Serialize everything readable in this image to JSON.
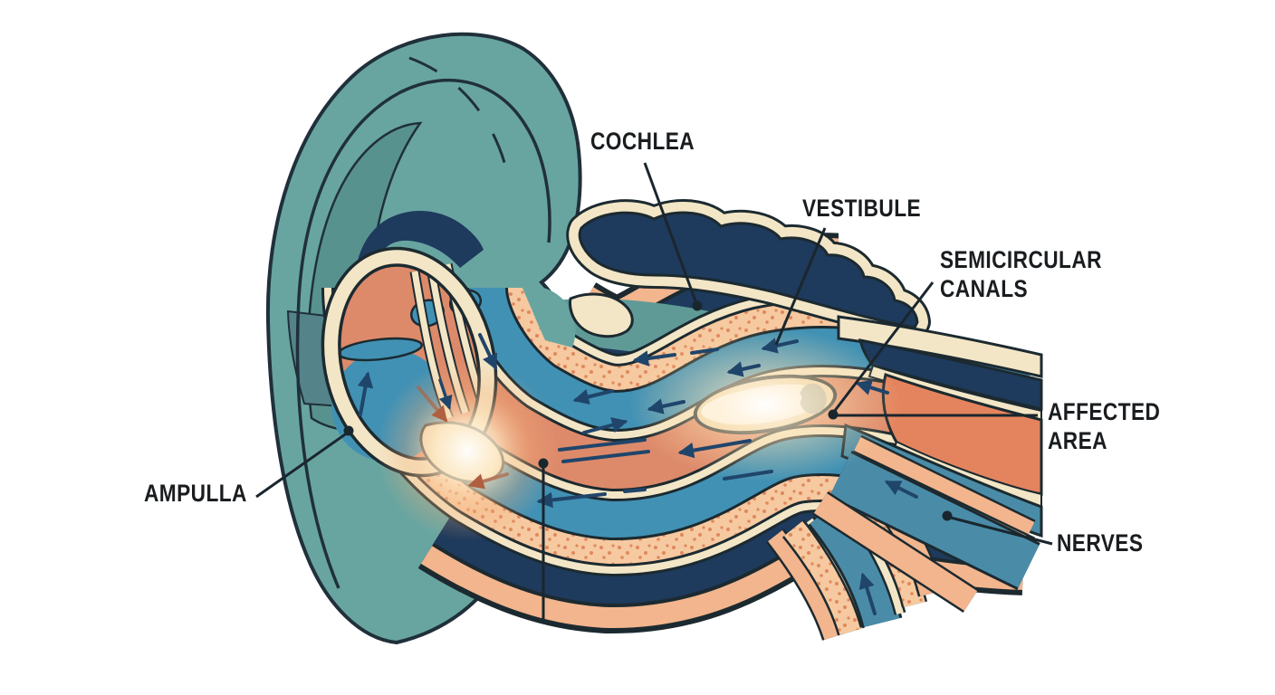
{
  "diagram": {
    "subject": "Inner ear cross-section illustration (vestibular system) with affected area highlighted",
    "background": "#ffffff",
    "labels": [
      {
        "id": "cochlea",
        "line1": "COCHLEA",
        "line2": ""
      },
      {
        "id": "vestibule",
        "line1": "VESTIBULE",
        "line2": ""
      },
      {
        "id": "semicircular-canals",
        "line1": "SEMICIRCULAR",
        "line2": "CANALS"
      },
      {
        "id": "affected-area",
        "line1": "AFFECTED",
        "line2": "AREA"
      },
      {
        "id": "nerves",
        "line1": "NERVES",
        "line2": ""
      },
      {
        "id": "ampulla",
        "line1": "AMPULLA",
        "line2": ""
      }
    ],
    "colors": {
      "ear_teal": "#68a5a1",
      "ear_teal_dark": "#58928e",
      "ear_shadow_slate": "#54838a",
      "bone_navy": "#1e3a5c",
      "membrane_cream": "#f3e6c6",
      "stipple_peach": "#f6c9a0",
      "stipple_dot": "#e0885c",
      "canal_blue": "#4191b4",
      "nerve_blue": "#4a8ca8",
      "tissue_salmon": "#dd8a6b",
      "wedge_orange": "#e4845e",
      "band_peach": "#f2b58d",
      "flow_arrow": "#20456b",
      "outline": "#1c2a30",
      "glow_core": "#ffffff",
      "glow_warm": "#ffe6bd",
      "label_text": "#1a1d1f",
      "leader_line": "#1a262e"
    }
  }
}
